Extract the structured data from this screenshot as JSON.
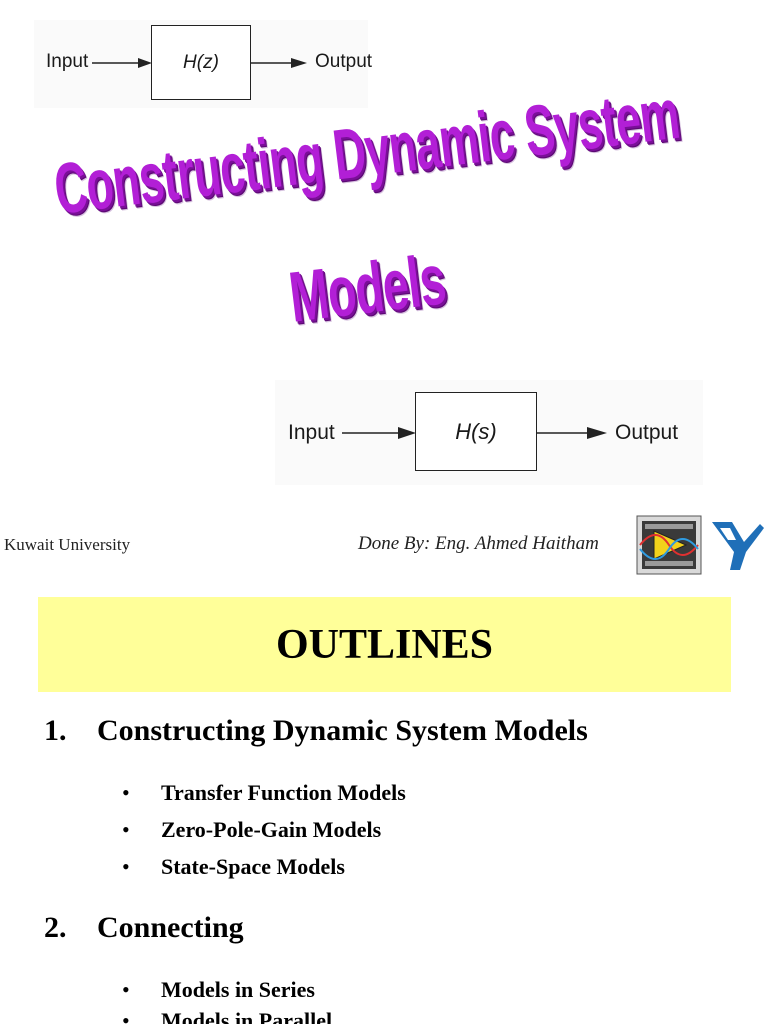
{
  "diagram_top": {
    "input": "Input",
    "block": "H(z)",
    "output": "Output"
  },
  "title": {
    "line1": "Constructing Dynamic System",
    "line2": "Models"
  },
  "diagram_bottom": {
    "input": "Input",
    "block": "H(s)",
    "output": "Output"
  },
  "footer": {
    "left": "Kuwait University",
    "right": "Done By: Eng. Ahmed Haitham"
  },
  "logos": [
    "labview-icon",
    "ni-eagle-icon"
  ],
  "outlines": {
    "title": "OUTLINES",
    "sections": [
      {
        "number": "1.",
        "title": "Constructing Dynamic System Models",
        "items": [
          "Transfer Function Models",
          "Zero-Pole-Gain Models",
          "State-Space Models"
        ]
      },
      {
        "number": "2.",
        "title": "Connecting",
        "items": [
          "Models in Series",
          "Models in Parallel"
        ]
      }
    ]
  },
  "colors": {
    "wordart": "#b21fd6",
    "banner": "#ffff99"
  }
}
